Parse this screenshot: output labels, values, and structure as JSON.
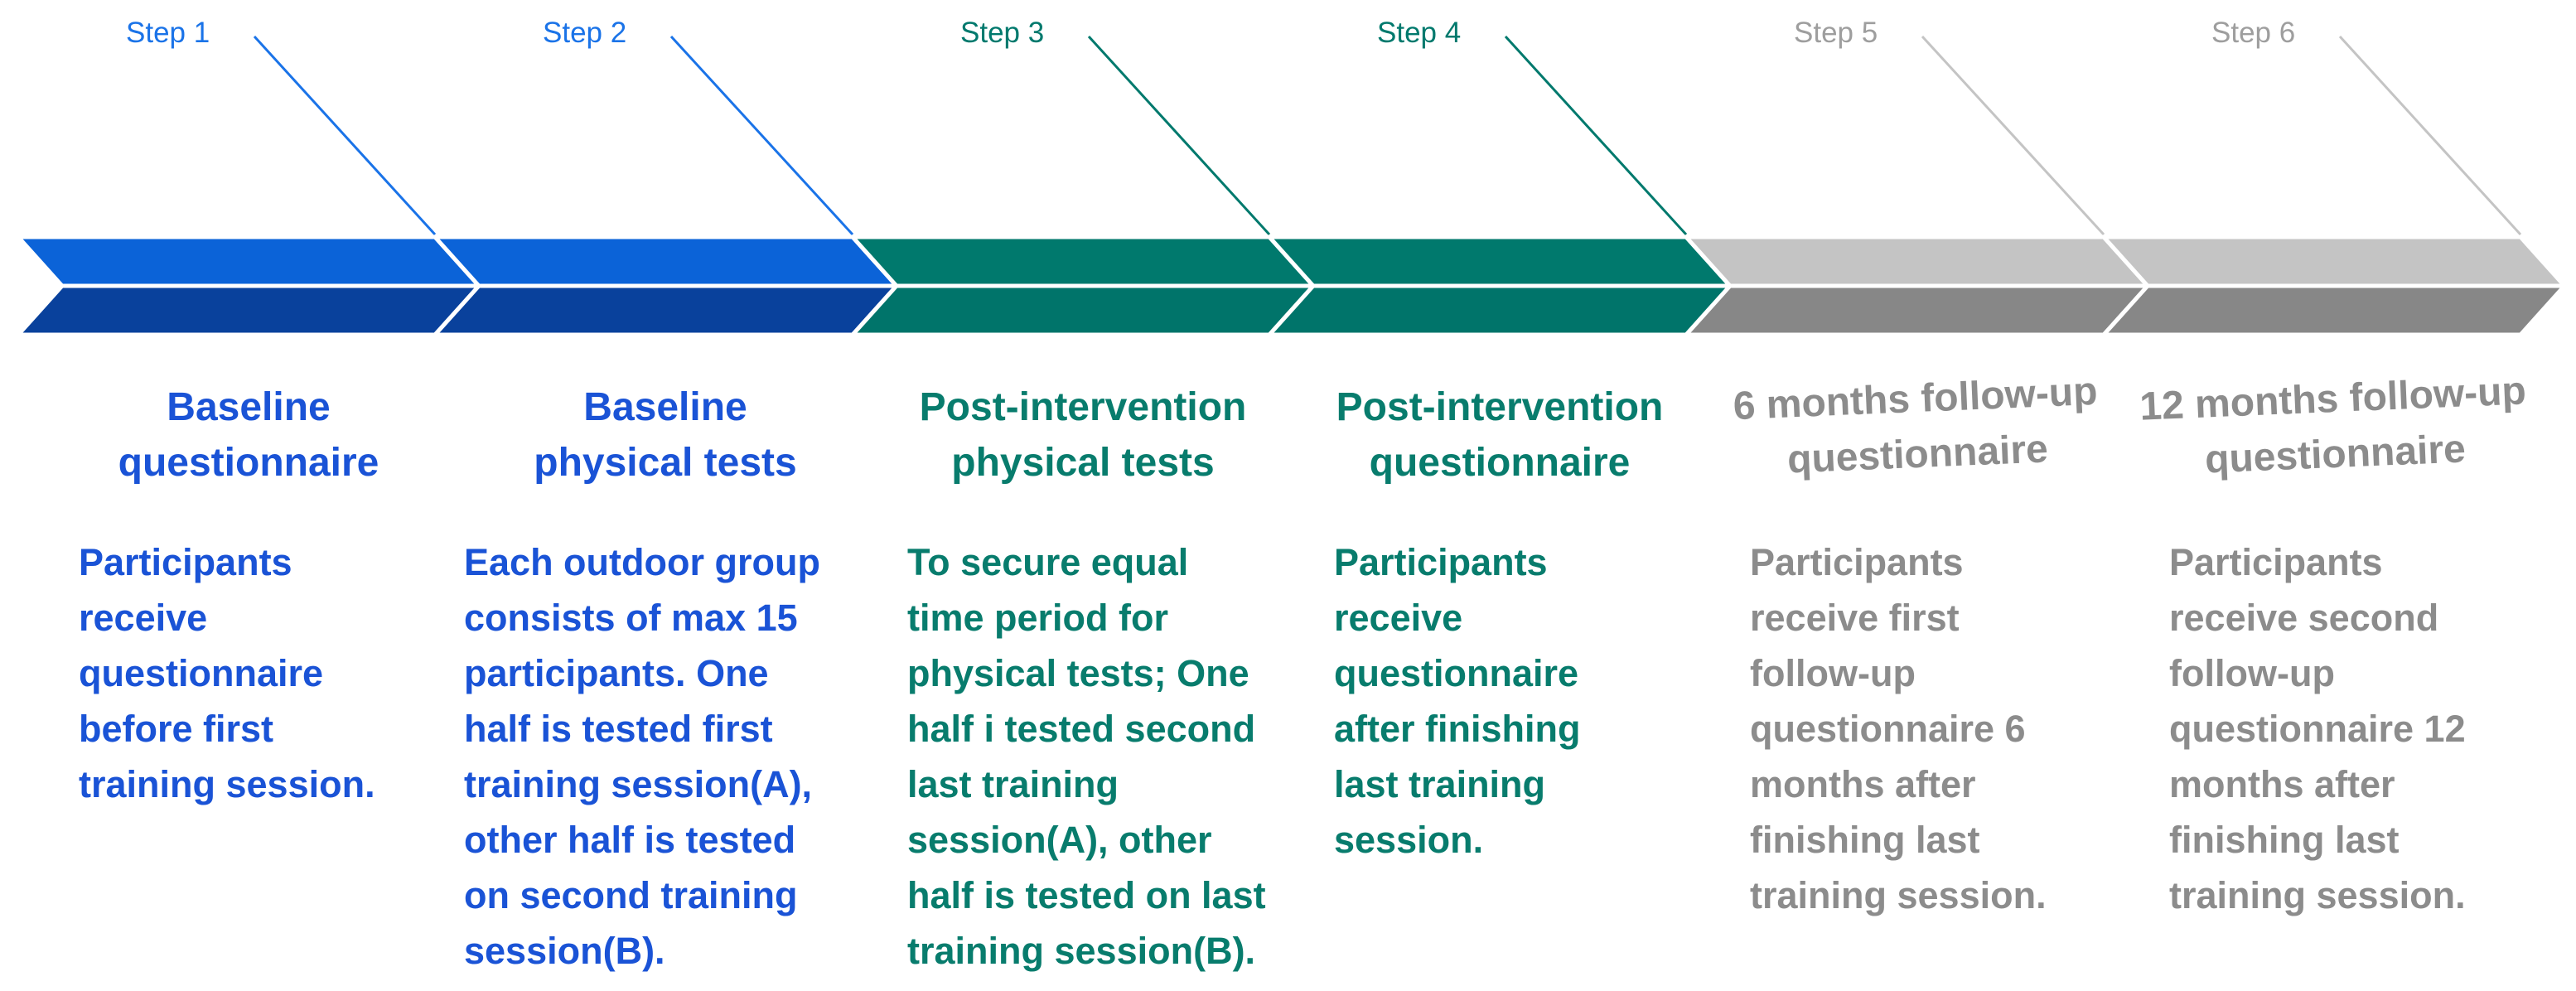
{
  "steps": [
    {
      "label": "Step 1",
      "theme": "blue",
      "title": [
        "Baseline",
        "questionnaire"
      ],
      "body": [
        "Participants",
        "receive",
        "questionnaire",
        "before first",
        "training session."
      ]
    },
    {
      "label": "Step 2",
      "theme": "blue",
      "title": [
        "Baseline",
        "physical tests"
      ],
      "body": [
        "Each outdoor group",
        "consists of max 15",
        "participants. One",
        "half is tested first",
        "training session(A),",
        "other half is tested",
        "on second training",
        "session(B)."
      ]
    },
    {
      "label": "Step 3",
      "theme": "teal",
      "title": [
        "Post-intervention",
        "physical tests"
      ],
      "body": [
        "To secure equal",
        "time period for",
        "physical tests; One",
        "half i tested second",
        "last training",
        "session(A), other",
        "half is tested on last",
        "training session(B)."
      ]
    },
    {
      "label": "Step 4",
      "theme": "teal",
      "title": [
        "Post-intervention",
        "questionnaire"
      ],
      "body": [
        "Participants",
        "receive",
        "questionnaire",
        "after finishing",
        "last training",
        "session."
      ]
    },
    {
      "label": "Step 5",
      "theme": "gray",
      "title": [
        "6 months follow-up",
        "questionnaire"
      ],
      "body": [
        "Participants",
        "receive first",
        "follow-up",
        "questionnaire 6",
        "months after",
        "finishing last",
        "training session."
      ]
    },
    {
      "label": "Step 6",
      "theme": "gray",
      "title": [
        "12 months follow-up",
        "questionnaire"
      ],
      "body": [
        "Participants",
        "receive second",
        "follow-up",
        "questionnaire 12",
        "months after",
        "finishing last",
        "training session."
      ]
    }
  ],
  "themes": {
    "blue": {
      "band_top": "#0b63d8",
      "band_bottom": "#09419c",
      "label_color": "#1a73e8",
      "line_color": "#1a73e8",
      "text_color": "#1a53d6"
    },
    "teal": {
      "band_top": "#00796d",
      "band_bottom": "#00746a",
      "label_color": "#00796d",
      "line_color": "#00796d",
      "text_color": "#087c6d"
    },
    "gray": {
      "band_top": "#c4c4c4",
      "band_bottom": "#878787",
      "label_color": "#9e9e9e",
      "line_color": "#c4c4c4",
      "text_color": "#8c8c8c"
    }
  },
  "separator_color": "#ffffff"
}
